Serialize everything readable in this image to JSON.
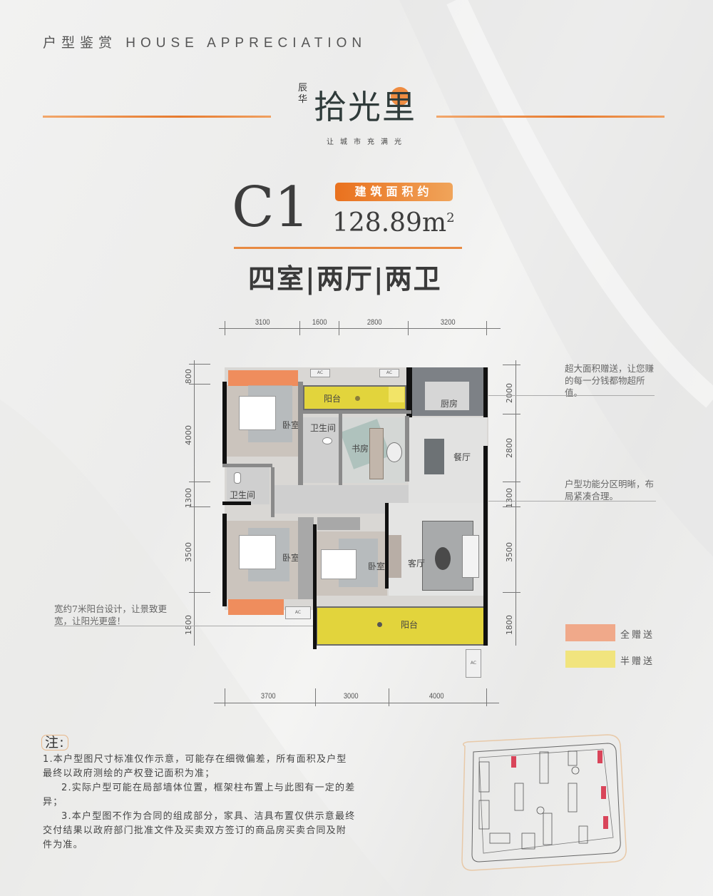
{
  "header": {
    "title": "户型鉴赏 HOUSE APPRECIATION"
  },
  "logo": {
    "brand_prefix": "辰华",
    "name": "拾光里",
    "slogan": "让城市充满光"
  },
  "unit": {
    "code": "C1",
    "area_badge": "建筑面积约",
    "area_value": "128.89m",
    "area_unit_sup": "2",
    "layout": "四室|两厅|两卫"
  },
  "dimensions": {
    "top": [
      "3100",
      "1600",
      "2800",
      "3200"
    ],
    "bottom": [
      "3700",
      "3000",
      "4000"
    ],
    "left": [
      "800",
      "4000",
      "1300",
      "3500",
      "1800"
    ],
    "right": [
      "2000",
      "2800",
      "1300",
      "3500",
      "1800"
    ]
  },
  "annotations": {
    "top_right": "超大面积赠送，让您赚的每一分钱都物超所值。",
    "mid_right": "户型功能分区明晰，布局紧凑合理。",
    "left": "宽约7米阳台设计，让景致更宽，让阳光更盛！"
  },
  "rooms": {
    "balcony_north": "阳台",
    "kitchen": "厨房",
    "master_bedroom": "卧室",
    "bathroom_1": "卫生间",
    "study": "书房",
    "dining": "餐厅",
    "bathroom_2": "卫生间",
    "bedroom_2": "卧室",
    "bedroom_3": "卧室",
    "living": "客厅",
    "balcony_south": "阳台",
    "ac": "AC"
  },
  "legend": {
    "items": [
      {
        "label": "全赠送",
        "color": "#f0a98a"
      },
      {
        "label": "半赠送",
        "color": "#f1e47e"
      }
    ]
  },
  "notes": {
    "title": "注:",
    "items": [
      "1.本户型图尺寸标准仅作示意，可能存在细微偏差，所有面积及户型最终以政府测绘的产权登记面积为准；",
      "2.实际户型可能在局部墙体位置，框架柱布置上与此图有一定的差异；",
      "3.本户型图不作为合同的组成部分，家具、洁具布置仅供示意最终交付结果以政府部门批准文件及买卖双方签订的商品房买卖合同及附件为准。"
    ]
  },
  "colors": {
    "accent_orange": "#e9711e",
    "full_gift": "#f0a98a",
    "half_gift": "#f1e47e",
    "siteplan_highlight": "#d9455a"
  }
}
